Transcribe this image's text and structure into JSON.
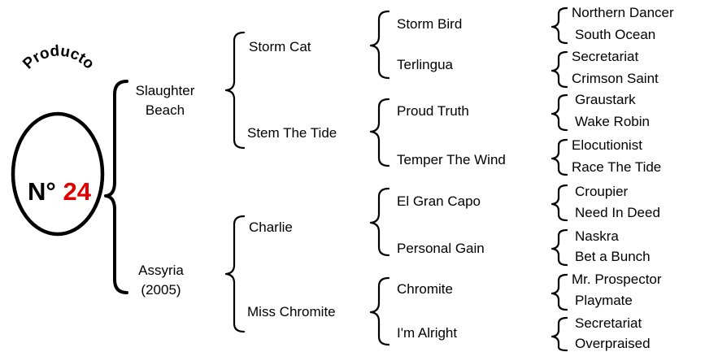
{
  "badge": {
    "word": "Producto",
    "number_label": "N°",
    "number_value": "24"
  },
  "horse": {
    "name": "Slaughter Beach"
  },
  "sire": {
    "name": "Storm Cat",
    "sire": {
      "name": "Storm Bird",
      "parents": [
        "Northern Dancer",
        "South Ocean"
      ]
    },
    "dam": {
      "name": "Terlingua",
      "parents": [
        "Secretariat",
        "Crimson Saint"
      ]
    }
  },
  "sire_dam": {
    "name": "Stem The Tide",
    "sire": {
      "name": "Proud Truth",
      "parents": [
        "Graustark",
        "Wake Robin"
      ]
    },
    "dam": {
      "name": "Temper The Wind",
      "parents": [
        "Elocutionist",
        "Race The Tide"
      ]
    }
  },
  "dam_line": {
    "name": "Assyria",
    "year": "(2005)"
  },
  "dam_sire": {
    "name": "Charlie",
    "sire": {
      "name": "El Gran Capo",
      "parents": [
        "Croupier",
        "Need In Deed"
      ]
    },
    "dam": {
      "name": "Personal Gain",
      "parents": [
        "Naskra",
        "Bet a Bunch"
      ]
    }
  },
  "dam_dam": {
    "name": "Miss Chromite",
    "sire": {
      "name": "Chromite",
      "parents": [
        "Mr. Prospector",
        "Playmate"
      ]
    },
    "dam": {
      "name": "I'm Alright",
      "parents": [
        "Secretariat",
        "Overpraised"
      ]
    }
  }
}
